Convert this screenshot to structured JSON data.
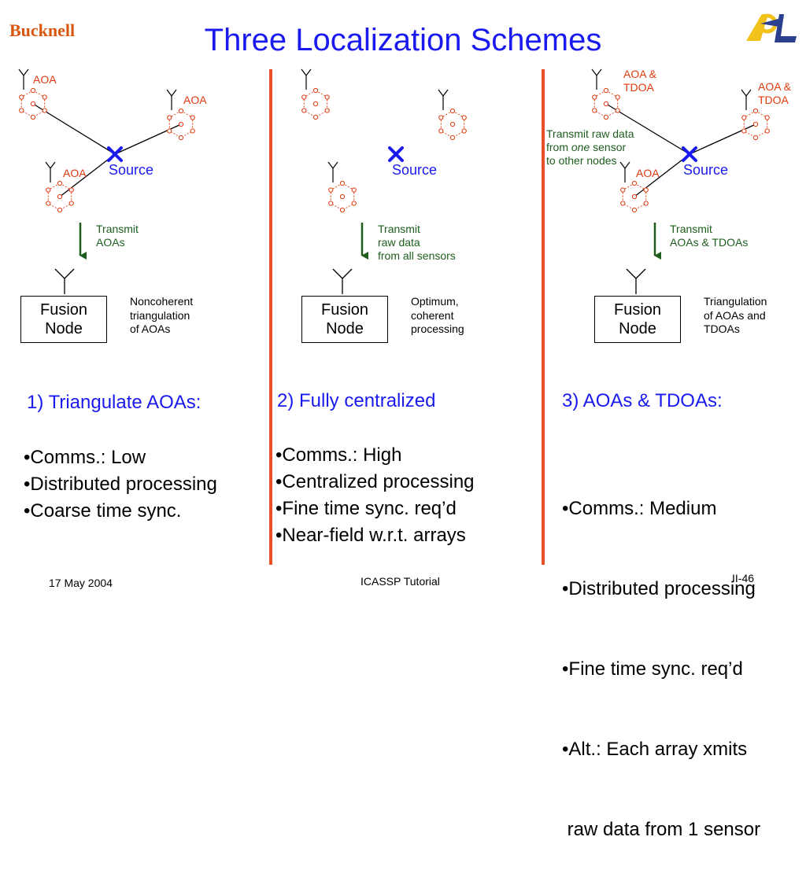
{
  "title": "Three Localization Schemes",
  "logos": {
    "left": "Bucknell",
    "right": "ARL"
  },
  "colors": {
    "title": "#1a1aee",
    "divider": "#e8502a",
    "label_red": "#e03a0e",
    "arrow_green": "#1e5d1e",
    "source_x": "#1a1aee"
  },
  "panel1": {
    "labels": {
      "aoa_top": "AOA",
      "aoa_right": "AOA",
      "aoa_left": "AOA",
      "source": "Source"
    },
    "transmit": "Transmit\nAOAs",
    "fusion": "Fusion\nNode",
    "note": "Noncoherent\ntriangulation\nof AOAs",
    "heading": "1) Triangulate AOAs:",
    "bullets": [
      "•Comms.:  Low",
      "•Distributed processing",
      "•Coarse time sync."
    ]
  },
  "panel2": {
    "labels": {
      "source": "Source"
    },
    "transmit": "Transmit\nraw data\nfrom all sensors",
    "fusion": "Fusion\nNode",
    "note": "Optimum,\ncoherent\nprocessing",
    "heading": "2) Fully centralized",
    "bullets": [
      "•Comms.:  High",
      "•Centralized processing",
      "•Fine time sync. req’d",
      "•Near-field w.r.t. arrays"
    ]
  },
  "panel3": {
    "labels": {
      "aoa_tdoa_top": "AOA &\nTDOA",
      "aoa_tdoa_right": "AOA &\nTDOA",
      "aoa_left": "AOA",
      "source": "Source"
    },
    "raw_line1": "Transmit raw data",
    "raw_line2_pre": "from ",
    "raw_line2_em": "one",
    "raw_line2_post": " sensor",
    "raw_line3": "to other nodes",
    "transmit": "Transmit\nAOAs & TDOAs",
    "fusion": "Fusion\nNode",
    "note": "Triangulation\nof AOAs and\nTDOAs",
    "heading": "3) AOAs & TDOAs:",
    "bullets": [
      "•Comms.:  Medium",
      "•Distributed processing",
      "•Fine time sync. req’d",
      "•Alt.:  Each array xmits",
      " raw data from 1 sensor"
    ]
  },
  "footer": {
    "date": "17 May 2004",
    "center": "ICASSP Tutorial",
    "page": "II-46"
  }
}
